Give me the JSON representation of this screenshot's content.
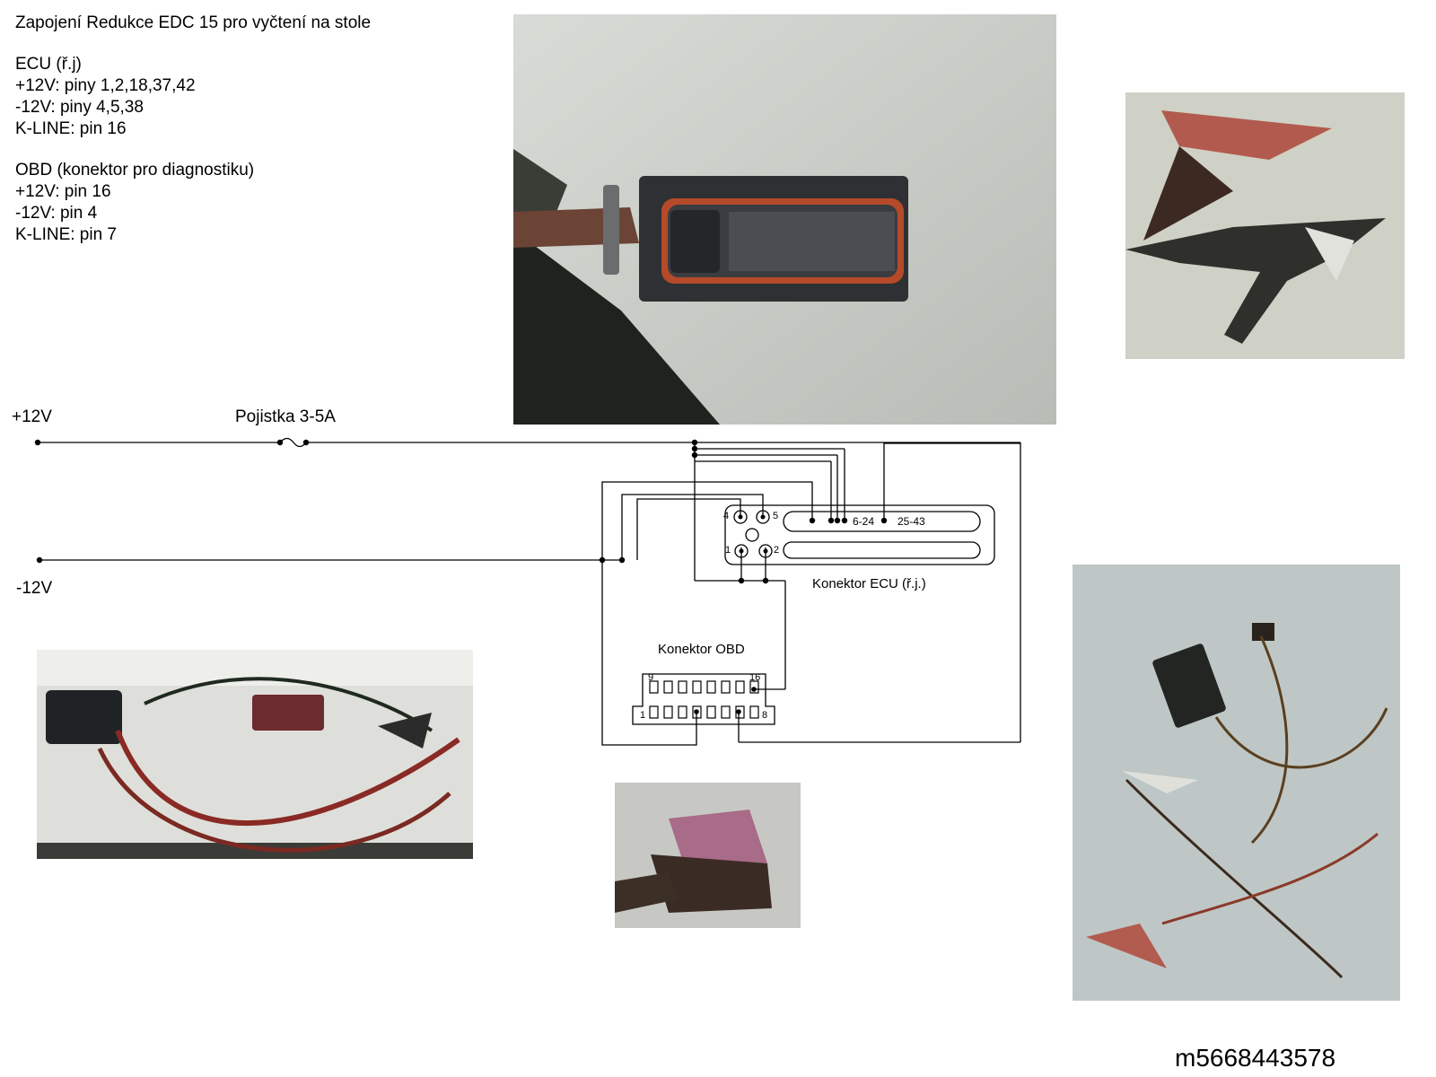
{
  "notes": {
    "title": "Zapojení Redukce EDC 15 pro vyčtení na stole",
    "ecu_heading": "ECU (ř.j)",
    "ecu_lines": [
      "+12V: piny 1,2,18,37,42",
      "-12V: piny 4,5,38",
      "K-LINE: pin 16"
    ],
    "obd_heading": "OBD (konektor pro diagnostiku)",
    "obd_lines": [
      "+12V: pin 16",
      "-12V: pin 4",
      "K-LINE: pin 7"
    ]
  },
  "schematic": {
    "plus_label": "+12V",
    "minus_label": "-12V",
    "fuse_label": "Pojistka 3-5A",
    "ecu_connector_label": "Konektor ECU (ř.j.)",
    "obd_connector_label": "Konektor OBD",
    "ecu_pins": {
      "p4": "4",
      "p5": "5",
      "p1": "1",
      "p2": "2",
      "range_a": "6-24",
      "range_b": "25-43"
    },
    "obd_pins": {
      "p9": "9",
      "p16": "16",
      "p1": "1",
      "p8": "8"
    }
  },
  "watermark": "m5668443578"
}
